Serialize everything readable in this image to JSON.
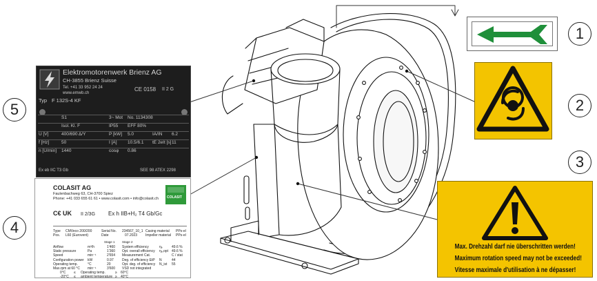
{
  "callouts": [
    "1",
    "2",
    "3",
    "4",
    "5"
  ],
  "icons": {
    "direction_arrow": "direction-arrow-icon",
    "rotation_warning": "rotating-parts-warning-icon",
    "exclamation_warning": "exclamation-warning-icon",
    "ce_mark": "ce-mark-icon",
    "ukca_mark": "ukca-mark-icon",
    "atex_mark": "ex-hexagon-icon",
    "manufacturer_logo": "lightning-logo-icon",
    "company_logo": "colasit-logo-icon"
  },
  "colors": {
    "arrow_green": "#1f8f3a",
    "warning_yellow": "#f4c400",
    "colasit_green": "#2f9a3a",
    "plate_black": "#1d1d1d"
  },
  "motor_plate": {
    "manufacturer": "Elektromotorenwerk Brienz AG",
    "address": "CH-3855 Brienz Suisse",
    "phone": "Tel. +41 33 952 24 24",
    "web": "www.emwb.ch",
    "ce_text": "CE 0158",
    "cert_text": "II 2 G",
    "type_label": "Typ",
    "type_value": "F 132S-4 KF",
    "rows": [
      {
        "l1": "",
        "v1": "S1",
        "l2": "3~ Mot",
        "v2": "No. 1134308",
        "l3": "",
        "v3": ""
      },
      {
        "l1": "",
        "v1": "Isol. Kl. F",
        "l2": "IP55",
        "v2": "EFF 80%",
        "l3": "",
        "v3": ""
      },
      {
        "l1": "U [V]",
        "v1": "400/690 Δ/Y",
        "l2": "P [kW]",
        "v2": "5.0",
        "l3": "IA/IN",
        "v3": "6.2"
      },
      {
        "l1": "f [Hz]",
        "v1": "50",
        "l2": "I [A]",
        "v2": "10.5/6.1",
        "l3": "tE 2eIt [s]",
        "v3": "11"
      },
      {
        "l1": "n [U/min]",
        "v1": "1440",
        "l2": "cosφ",
        "v2": "0.86",
        "l3": "",
        "v3": ""
      }
    ],
    "ex_marking": "Ex eb IIC T3 Gb",
    "atex_cert": "SEE 98 ATEX 2298"
  },
  "colasit_plate": {
    "company": "COLASIT AG",
    "address": "Faulenbachweg 63, CH-3700 Spiez",
    "contact": "Phone: +41 033 655 61 61 • www.colasit.com • info@colasit.ch",
    "logo_text": "COLASIT",
    "ce_line": "Ex h IIB+H₂ T4 Gb/Gc",
    "atex_group": "II 2/3G",
    "type_label": "Type",
    "pos_label": "Pos.",
    "type_value": "CMVeco 200/200",
    "pos_value": "L60 (Eurovent)",
    "serial_label": "Serial No.",
    "date_label": "Date",
    "serial_value": "234567_10_1",
    "date_value": "07.2023",
    "casing_label": "Casing material",
    "impeller_label": "Impeller material",
    "casing_value": "PPs-el",
    "impeller_value": "PPs-el",
    "stage1": "Stage 1",
    "stage2": "Stage 2",
    "left_rows": [
      {
        "label": "Airflow",
        "unit": "m³/h",
        "value": "1'460"
      },
      {
        "label": "Static pressure",
        "unit": "Pa",
        "value": "1'360"
      },
      {
        "label": "Speed",
        "unit": "min⁻¹",
        "value": "2'654"
      },
      {
        "label": "Configuration power",
        "unit": "kW",
        "value": "0.97"
      },
      {
        "label": "Operating temp.",
        "unit": "°C",
        "value": "20"
      },
      {
        "label": "Max.rpm at 60 °C",
        "unit": "min⁻¹",
        "value": "3'600"
      }
    ],
    "right_rows": [
      {
        "label": "System efficiency",
        "sym": "ηₑ",
        "value": "49.6 %"
      },
      {
        "label": "Opt. overall efficiency",
        "sym": "ηₑ,opt",
        "value": "49.6 %"
      },
      {
        "label": "Measurement Cat.",
        "sym": "",
        "value": "C / stat"
      },
      {
        "label": "Deg. of efficiency EtP",
        "sym": "N",
        "value": "44"
      },
      {
        "label": "Opt. deg. of efficiency",
        "sym": "N_ist",
        "value": "55"
      },
      {
        "label": "VSD not integrated",
        "sym": "",
        "value": ""
      }
    ],
    "temp_rows": [
      {
        "a": "0°C",
        "b": "Operating temp.",
        "c": "60°C"
      },
      {
        "a": "-20°C",
        "b": "ambient temperature",
        "c": "40°C"
      }
    ],
    "leq": "≤",
    "geq": "≥"
  },
  "warning_panel": {
    "messages": [
      "Max. Drehzahl darf nie überschritten werden!",
      "Maximum rotation speed may not be exceeded!",
      "Vitesse maximale d'utilisation à ne dépasser!"
    ]
  }
}
